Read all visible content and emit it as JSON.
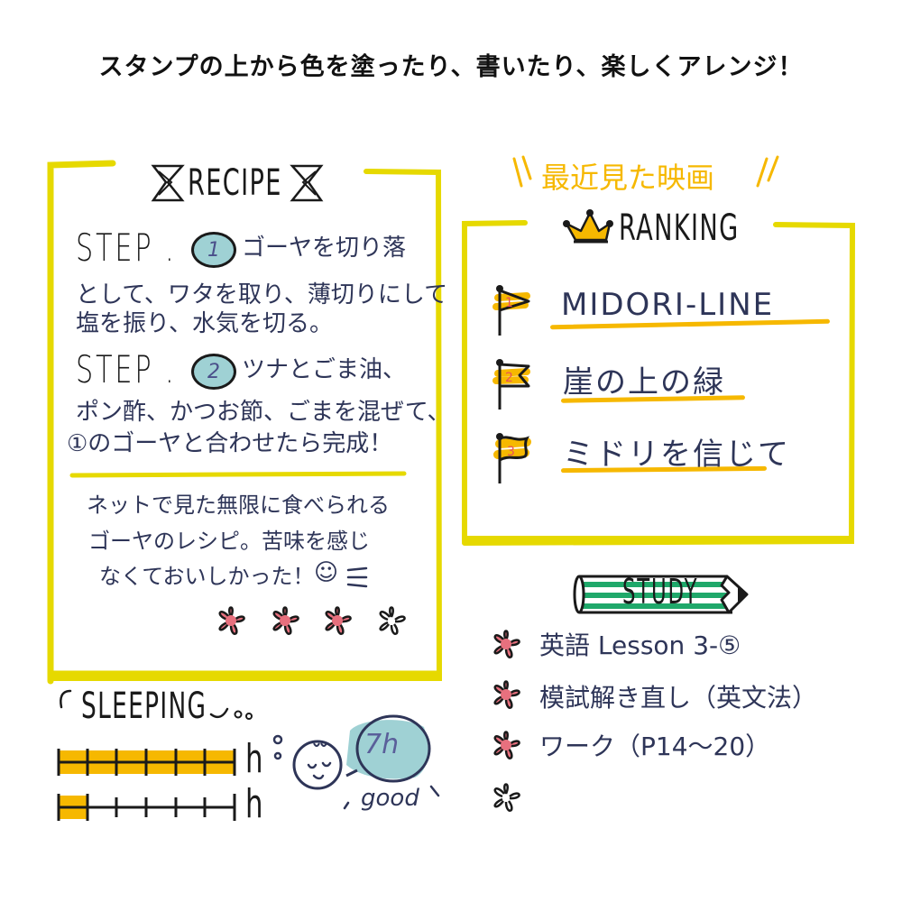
{
  "headline": "スタンプの上から色を塗ったり、書いたり、楽しくアレンジ！",
  "colors": {
    "frame_yellow": "#e6d900",
    "ink_navy": "#2e3558",
    "accent_orange": "#f6b800",
    "circle_teal": "#9fd1d4",
    "flower_pink": "#e8707e",
    "study_green": "#1fa86a",
    "number_red": "#e8505b"
  },
  "recipe": {
    "title": "RECIPE",
    "steps": [
      {
        "label": "STEP .",
        "number": "1",
        "lines": [
          "ゴーヤを切り落",
          "として、ワタを取り、薄切りにして",
          "塩を振り、水気を切る。"
        ]
      },
      {
        "label": "STEP .",
        "number": "2",
        "lines": [
          "ツナとごま油、",
          "ポン酢、かつお節、ごまを混ぜて、",
          "①のゴーヤと合わせたら完成！"
        ]
      }
    ],
    "note_lines": [
      "ネットで見た無限に食べられる",
      "ゴーヤのレシピ。苦味を感じ",
      "なくておいしかった！"
    ],
    "smiley": "☺",
    "rating": {
      "filled": 3,
      "total": 4,
      "icon": "flower-icon"
    }
  },
  "ranking": {
    "caption": "最近見た映画",
    "title": "RANKING",
    "icon": "crown-icon",
    "items": [
      {
        "rank": "1",
        "title": "MIDORI-LINE"
      },
      {
        "rank": "2",
        "title": "崖の上の緑"
      },
      {
        "rank": "3",
        "title": "ミドリを信じて"
      }
    ]
  },
  "sleeping": {
    "title": "SLEEPING",
    "unit": "h",
    "bars": [
      {
        "filled_segments": 6,
        "total_segments": 6
      },
      {
        "filled_segments": 1,
        "total_segments": 6
      }
    ],
    "bubble_text": "7h",
    "comment": "good"
  },
  "study": {
    "title": "STUDY",
    "icon": "pencil-icon",
    "items": [
      {
        "text": "英語 Lesson 3-⑤",
        "done": true
      },
      {
        "text": "模試解き直し（英文法）",
        "done": true
      },
      {
        "text": "ワーク（P14〜20）",
        "done": true
      },
      {
        "text": "",
        "done": false
      }
    ]
  }
}
